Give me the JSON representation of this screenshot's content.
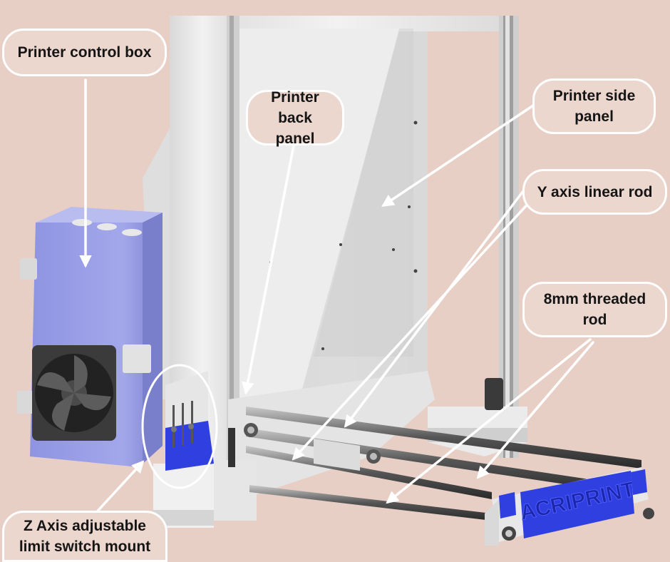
{
  "labels": {
    "control_box": "Printer control box",
    "back_panel": "Printer\nback panel",
    "side_panel": "Printer side\npanel",
    "y_rod": "Y axis linear rod",
    "threaded_rod": "8mm threaded\nrod",
    "z_mount": "Z Axis adjustable\nlimit switch mount"
  },
  "plate_text": "ACRIPRINT",
  "colors": {
    "background": "#e8cfc6",
    "frame": "#e8e8e8",
    "control_box": "#9a9ee6",
    "accent_blue": "#2f3fe0",
    "callout_border": "#ffffff",
    "arrow": "#ffffff"
  }
}
